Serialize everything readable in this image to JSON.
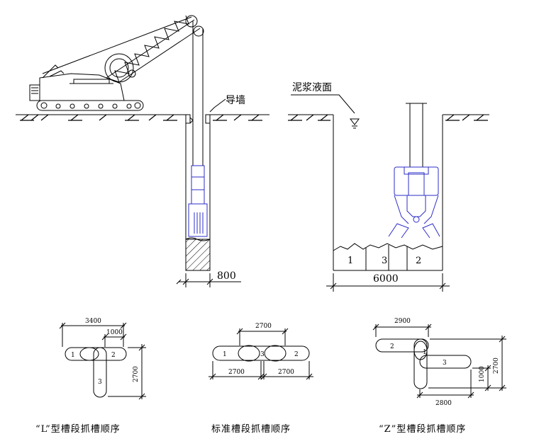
{
  "top": {
    "guide_wall_label": "导墙",
    "slurry_level_label": "泥浆液面",
    "trench_width_dim": "800",
    "panel_width_dim": "6000",
    "grab_sequence_labels": [
      "1",
      "3",
      "2"
    ]
  },
  "l_type": {
    "dim_top": "3400",
    "dim_sub": "1000",
    "dim_side": "2700",
    "labels": [
      "1",
      "2",
      "3"
    ],
    "caption": "“L”型槽段抓槽顺序"
  },
  "standard": {
    "dim_top": "2700",
    "dim_bottom_left": "2700",
    "dim_bottom_right": "2700",
    "labels": [
      "1",
      "3",
      "2"
    ],
    "caption": "标准槽段抓槽顺序"
  },
  "z_type": {
    "dim_top": "2900",
    "dim_side": "2700",
    "dim_inner": "1000",
    "dim_bottom": "2800",
    "labels": [
      "2",
      "1",
      "3"
    ],
    "caption": "“Z”型槽段抓槽顺序"
  },
  "colors": {
    "line": "#000000",
    "grab": "#2d2dc8"
  }
}
